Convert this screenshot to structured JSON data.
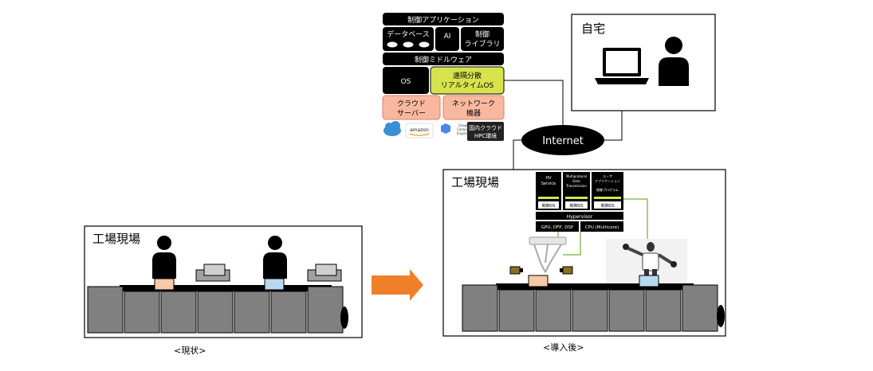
{
  "stack": {
    "app": "制御アプリケーション",
    "db": "データベース",
    "ai": "AI",
    "lib": [
      "制御",
      "ライブラリ"
    ],
    "middleware": "制御ミドルウェア",
    "os": "OS",
    "rtos": [
      "遠隔分散",
      "リアルタイムOS"
    ],
    "cloud": [
      "クラウド",
      "サーバー"
    ],
    "network": [
      "ネットワーク",
      "機器"
    ],
    "logos": {
      "amazon": "amazon",
      "google": [
        "Google",
        "Compute",
        "Engine"
      ],
      "hpc": [
        "国内クラウド",
        "HPC環境"
      ]
    }
  },
  "internet": "Internet",
  "home": {
    "title": "自宅"
  },
  "current": {
    "title": "工場現場",
    "caption": "<現状>"
  },
  "after": {
    "title": "工場現場",
    "caption": "<導入後>",
    "boxes": [
      {
        "lines": [
          "HV",
          "Service"
        ],
        "os": "制御OS"
      },
      {
        "lines": [
          "Multiprotocol",
          "Data",
          "Transmission"
        ],
        "os": "制御OS"
      },
      {
        "lines": [
          "ユーザ",
          "アプリケーション",
          "制御プログラム"
        ],
        "os": "制御OS"
      }
    ],
    "hypervisor": "Hypervisor",
    "hw": [
      "GPU, DFP, DSP",
      "CPU (Multicore)"
    ]
  },
  "colors": {
    "accent_green": "#d6e34d",
    "cloud_orange": "#f8b8a0",
    "arrow": "#f07f2a",
    "conveyor": "#808080"
  }
}
